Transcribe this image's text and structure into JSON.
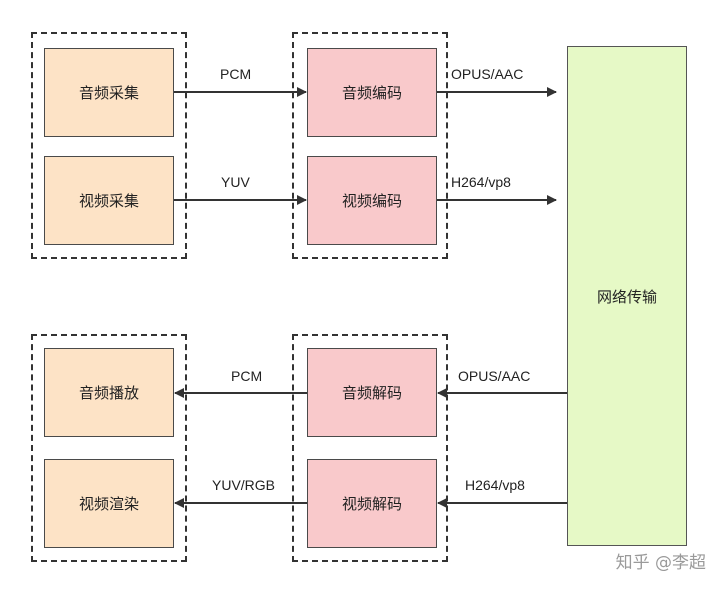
{
  "capture": {
    "audio": "音频采集",
    "video": "视频采集"
  },
  "encode": {
    "audio": "音频编码",
    "video": "视频编码"
  },
  "network": "网络传输",
  "decode": {
    "audio": "音频解码",
    "video": "视频解码"
  },
  "render": {
    "audio": "音频播放",
    "video": "视频渲染"
  },
  "edges": {
    "pcm_top": "PCM",
    "yuv_top": "YUV",
    "opus_top": "OPUS/AAC",
    "h264_top": "H264/vp8",
    "opus_bottom": "OPUS/AAC",
    "h264_bottom": "H264/vp8",
    "pcm_bottom": "PCM",
    "yuvrgb_bottom": "YUV/RGB"
  },
  "watermark": "知乎 @李超",
  "colors": {
    "capture": "#fde3c6",
    "codec": "#f9c9cb",
    "network": "#e6f9c6"
  }
}
